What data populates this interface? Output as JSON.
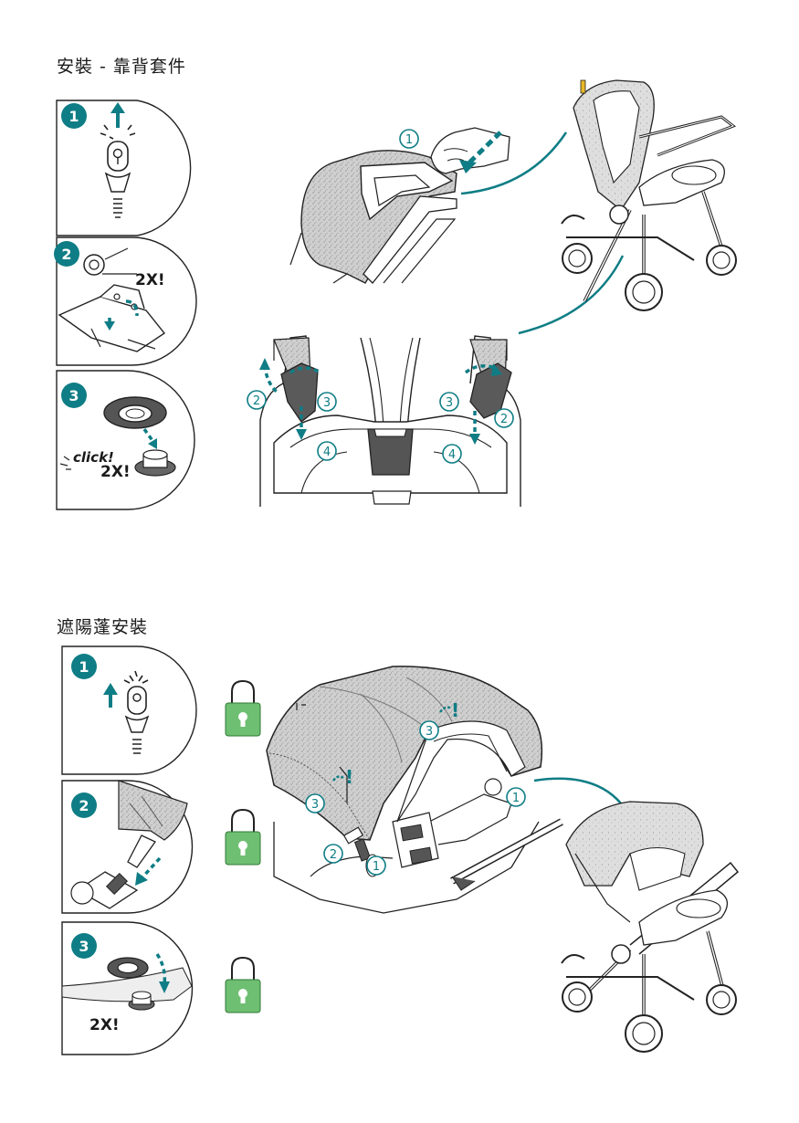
{
  "section1": {
    "title": "安裝 - 靠背套件",
    "steps": [
      {
        "number": "1"
      },
      {
        "number": "2",
        "repeat": "2X!"
      },
      {
        "number": "3",
        "sound": "click!",
        "repeat": "2X!"
      }
    ],
    "callouts": [
      "1",
      "2",
      "3",
      "3",
      "2",
      "4",
      "4"
    ]
  },
  "section2": {
    "title": "遮陽蓬安裝",
    "steps": [
      {
        "number": "1"
      },
      {
        "number": "2"
      },
      {
        "number": "3",
        "repeat": "2X!"
      }
    ],
    "callouts": [
      "3",
      "3",
      "2",
      "1",
      "1"
    ],
    "alert": "!"
  },
  "colors": {
    "teal": "#0f7d85",
    "dark_teal": "#0d5f66",
    "lock_green": "#6fbf73",
    "fabric": "#c9c9c9",
    "fabric_dark": "#9a9a9a",
    "line": "#2a2a2a"
  }
}
